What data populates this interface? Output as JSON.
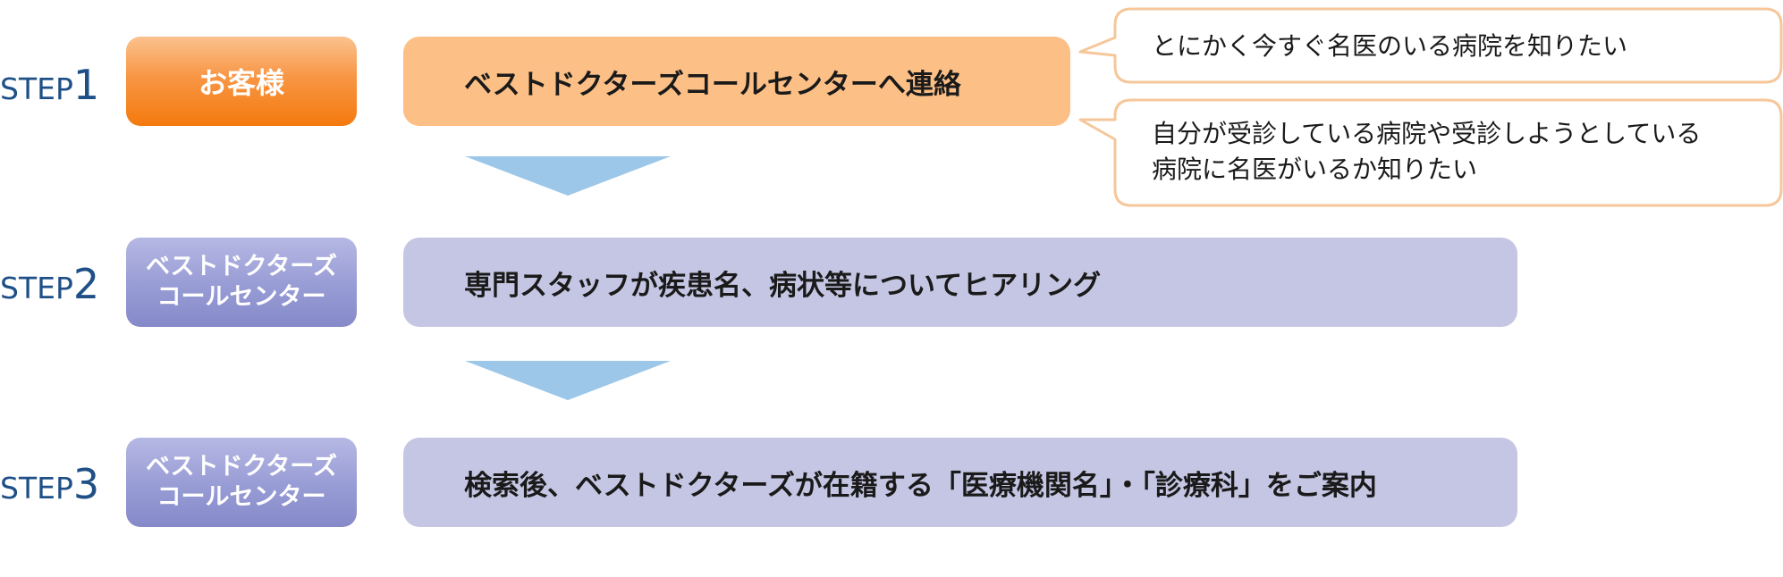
{
  "steps": [
    {
      "label_word": "STEP",
      "label_num": "1",
      "actor_lines": [
        "お客様"
      ],
      "action": "ベストドクターズコールセンターへ連絡"
    },
    {
      "label_word": "STEP",
      "label_num": "2",
      "actor_lines": [
        "ベストドクターズ",
        "コールセンター"
      ],
      "action": "専門スタッフが疾患名、病状等についてヒアリング"
    },
    {
      "label_word": "STEP",
      "label_num": "3",
      "actor_lines": [
        "ベストドクターズ",
        "コールセンター"
      ],
      "action": "検索後、ベストドクターズが在籍する「医療機関名」・「診療科」をご案内"
    }
  ],
  "bubbles": [
    {
      "lines": [
        "とにかく今すぐ名医のいる病院を知りたい"
      ]
    },
    {
      "lines": [
        "自分が受診している病院や受診しようとしている",
        "病院に名医がいるか知りたい"
      ]
    }
  ],
  "colors": {
    "step_label": "#1e4f86",
    "orange_action": "#fcbf86",
    "orange_border": "#f6c79a",
    "purple_action": "#c5c6e3",
    "arrow": "#9cc7e9"
  }
}
